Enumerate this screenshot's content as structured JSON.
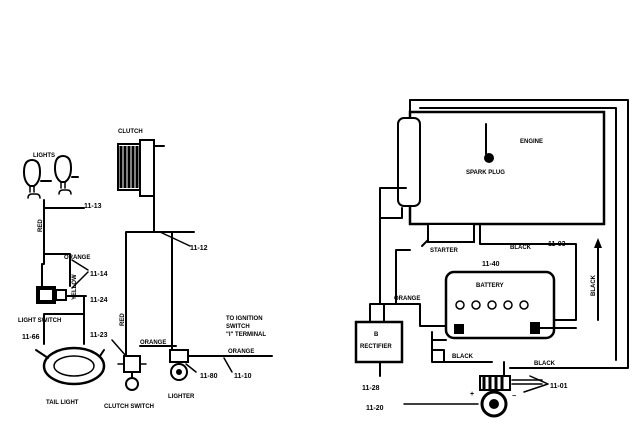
{
  "left": {
    "refs": {
      "r1113": "11-13",
      "r1112": "11-12",
      "r1114": "11-14",
      "r1124": "11-24",
      "r1166": "11-66",
      "r1123": "11-23",
      "r1180": "11-80",
      "r1110": "11-10"
    },
    "labels": {
      "lights": "LIGHTS",
      "clutch": "CLUTCH",
      "red": "RED",
      "orange_top": "ORANGE",
      "yellow": "YELLOW",
      "light_switch": "LIGHT SWITCH",
      "red2": "RED",
      "orange_mid": "ORANGE",
      "orange_right": "ORANGE",
      "tail_light": "TAIL LIGHT",
      "clutch_switch": "CLUTCH SWITCH",
      "lighter": "LIGHTER",
      "to_ignition_1": "TO IGNITION",
      "to_ignition_2": "SWITCH",
      "to_ignition_3": "\"I\" TERMINAL"
    }
  },
  "right": {
    "refs": {
      "r1103": "11-03",
      "r1140": "11-40",
      "r1128": "11-28",
      "r1101": "11-01",
      "r1120": "11-20"
    },
    "labels": {
      "engine": "ENGINE",
      "spark_plug": "SPARK PLUG",
      "starter": "STARTER",
      "black_top": "BLACK",
      "black_vert": "BLACK",
      "battery": "BATTERY",
      "orange": "ORANGE",
      "rectifier_b": "B",
      "rectifier": "RECTIFIER",
      "black_mid": "BLACK",
      "black_right": "BLACK",
      "plus": "+",
      "minus": "−"
    }
  },
  "colors": {
    "ink": "#000000",
    "paper": "#ffffff"
  }
}
